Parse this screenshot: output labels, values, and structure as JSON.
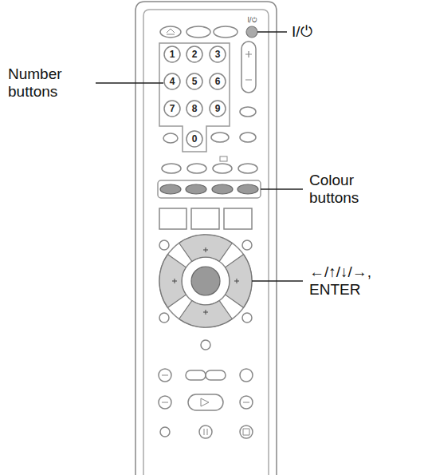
{
  "diagram": {
    "labels": [
      "I/⏻",
      "I/⏻",
      "Number buttons",
      "1",
      "2",
      "3",
      "4",
      "5",
      "6",
      "7",
      "8",
      "9",
      "0",
      "Colour buttons",
      "←/↑/↓/→, ENTER"
    ]
  }
}
